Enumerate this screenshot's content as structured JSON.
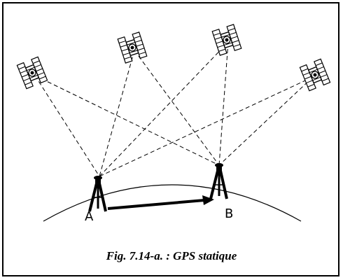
{
  "caption": "Fig. 7.14-a. : GPS statique",
  "points": {
    "a": "A",
    "b": "B"
  },
  "colors": {
    "line": "#000000",
    "background": "#ffffff"
  }
}
